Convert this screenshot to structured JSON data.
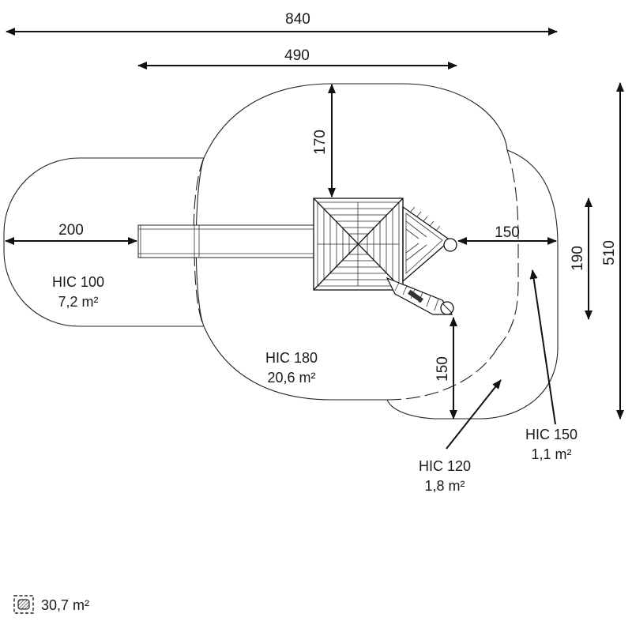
{
  "dimensions": {
    "overall_width": "840",
    "tower_width": "490",
    "top_clearance": "170",
    "slide_clearance": "200",
    "right_clearance": "150",
    "right_height": "190",
    "overall_height": "510",
    "bottom_clearance": "150"
  },
  "zones": [
    {
      "name": "HIC 100",
      "area": "7,2 m²"
    },
    {
      "name": "HIC 180",
      "area": "20,6 m²"
    },
    {
      "name": "HIC 150",
      "area": "1,1 m²"
    },
    {
      "name": "HIC 120",
      "area": "1,8 m²"
    }
  ],
  "legend": {
    "icon": "hatched-area-icon",
    "total_area": "30,7 m²"
  }
}
